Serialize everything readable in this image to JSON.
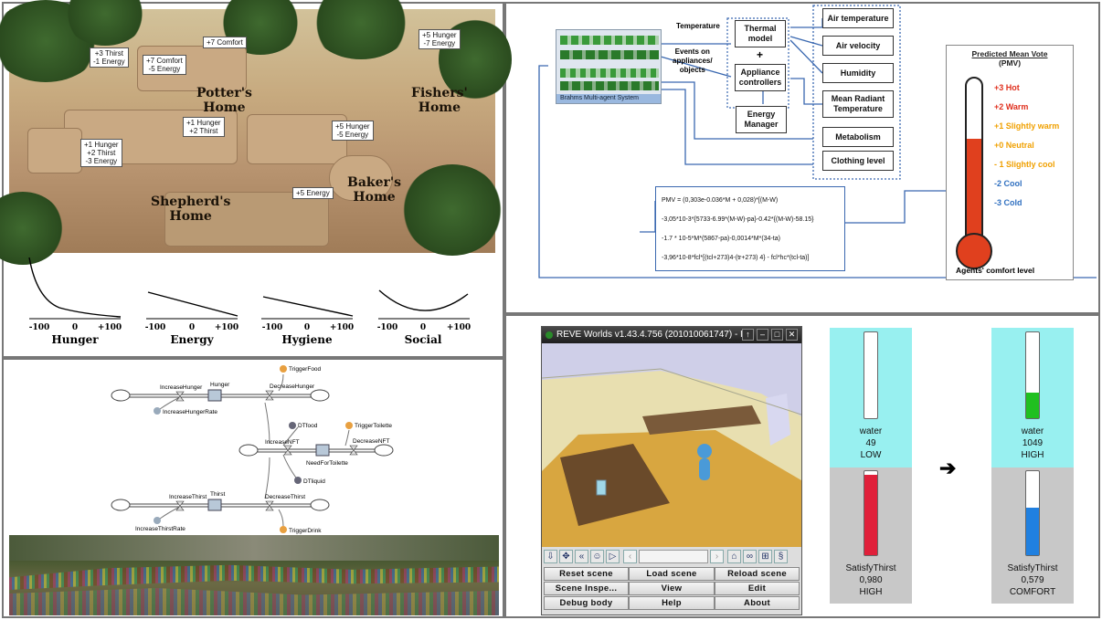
{
  "top_left": {
    "homes": [
      "Potter's\nHome",
      "Fishers'\nHome",
      "Shepherd's\nHome",
      "Baker's\nHome"
    ],
    "labels": [
      "+3 Thirst\n-1 Energy",
      "+7 Comfort\n-5 Energy",
      "+7 Comfort",
      "+5 Hunger\n-7 Energy",
      "+1 Hunger\n+2 Thirst",
      "+5 Hunger\n-5 Energy",
      "+1 Hunger\n+2 Thirst\n-3 Energy",
      "+5 Energy"
    ],
    "curves": [
      {
        "name": "Hunger",
        "ticks": [
          "-100",
          "0",
          "+100"
        ],
        "shape": "exp-decay"
      },
      {
        "name": "Energy",
        "ticks": [
          "-100",
          "0",
          "+100"
        ],
        "shape": "linear-down"
      },
      {
        "name": "Hygiene",
        "ticks": [
          "-100",
          "0",
          "+100"
        ],
        "shape": "linear-down"
      },
      {
        "name": "Social",
        "ticks": [
          "-100",
          "0",
          "+100"
        ],
        "shape": "u-shape"
      }
    ]
  },
  "stock_flow": {
    "nodes": [
      "IncreaseHunger",
      "Hunger",
      "DecreaseHunger",
      "TriggerFood",
      "IncreaseHungerRate",
      "DTfood",
      "TriggerToilette",
      "IncreaseNFT",
      "NeedForToilette",
      "DecreaseNFT",
      "DTliquid",
      "IncreaseThirst",
      "Thirst",
      "DecreaseThirst",
      "IncreaseThirstRate",
      "TriggerDrink"
    ]
  },
  "top_right": {
    "inputs": [
      "Temperature",
      "Events on\nappliances/\nobjects"
    ],
    "brahms": "Brahms Multi-agent System",
    "thermal": "Thermal\nmodel",
    "plus": "+",
    "appliance": "Appliance\ncontrollers",
    "energy": "Energy\nManager",
    "factors": [
      "Air temperature",
      "Air velocity",
      "Humidity",
      "Mean Radiant\nTemperature",
      "Metabolism",
      "Clothing level"
    ],
    "pmv_title": "Predicted Mean Vote",
    "pmv_sub": "(PMV)",
    "pmv_scale": [
      {
        "label": "+3 Hot",
        "color": "#e0301e"
      },
      {
        "label": "+2 Warm",
        "color": "#e0301e"
      },
      {
        "label": "+1  Slightly warm",
        "color": "#f0a000"
      },
      {
        "label": "+0 Neutral",
        "color": "#f0a000"
      },
      {
        "label": "- 1  Slightly cool",
        "color": "#f0a000"
      },
      {
        "label": "-2 Cool",
        "color": "#3070c0"
      },
      {
        "label": "-3 Cold",
        "color": "#3070c0"
      }
    ],
    "comfort_label": "Agents' comfort level",
    "formula": [
      "PMV = (0,303e-0.036*M + 0,028)*[(M-W)",
      "-3,05*10-3*{5733-6.99*(M-W)-pa}-0.42*{(M-W)-58.15}",
      "-1.7 * 10-5*M*(5867-pa)-0,0014*M*(34-ta)",
      "-3,96*10-8*fcl*[(tcl+273)4-(tr+273)  4} - fcl*hc*(tcl-ta)]"
    ]
  },
  "reve": {
    "title": "REVE Worlds v1.43.4.756 (201010061747) - I",
    "buttons": [
      "Reset scene",
      "Load scene",
      "Reload scene",
      "Scene Inspe...",
      "View",
      "Edit",
      "Debug body",
      "Help",
      "About"
    ],
    "arrow": "➔",
    "before": {
      "top_name": "water",
      "top_value": "49",
      "top_level": "LOW",
      "top_fill": 0.0,
      "bot_name": "SatisfyThirst",
      "bot_value": "0,980",
      "bot_level": "HIGH",
      "bot_fill": 0.98
    },
    "after": {
      "top_name": "water",
      "top_value": "1049",
      "top_level": "HIGH",
      "top_fill": 0.3,
      "bot_name": "SatisfyThirst",
      "bot_value": "0,579",
      "bot_level": "COMFORT",
      "bot_fill": 0.58
    }
  }
}
